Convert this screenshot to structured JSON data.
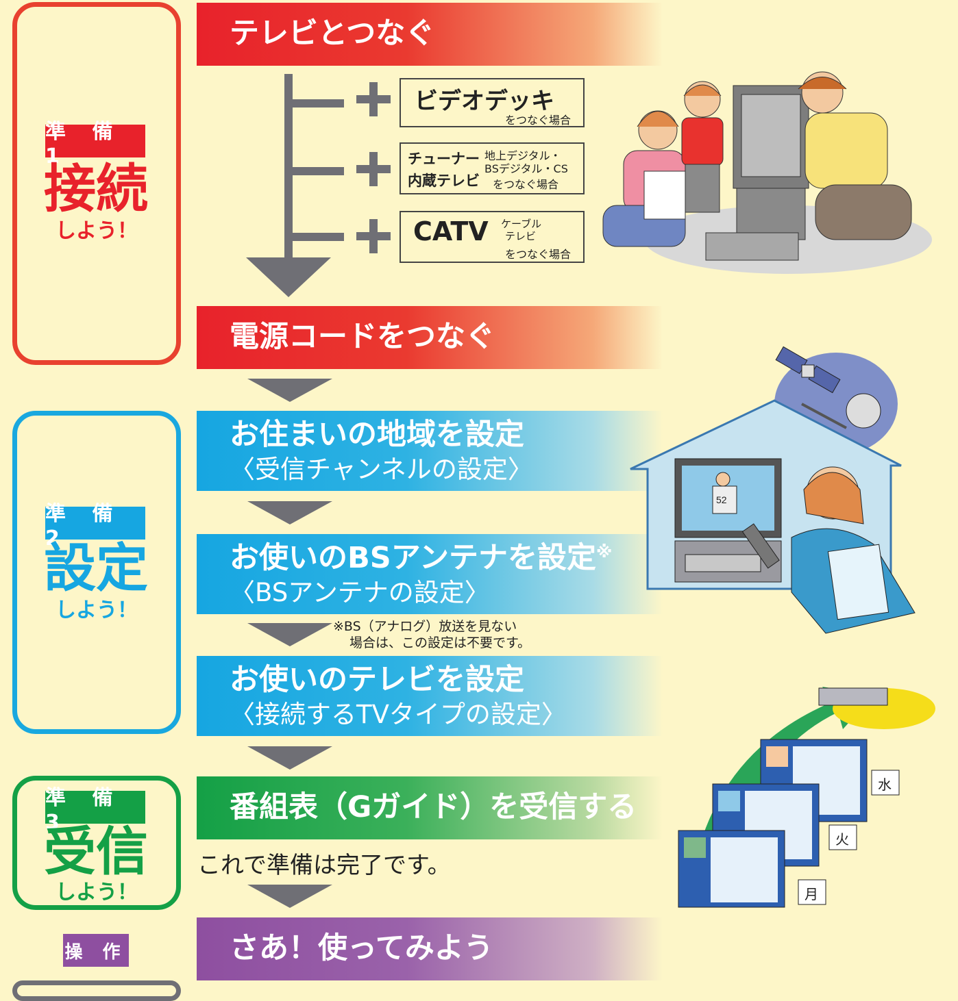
{
  "steps": {
    "step1": {
      "badge": "準 備 1",
      "word": "接続",
      "sub": "しよう！"
    },
    "step2": {
      "badge": "準 備 2",
      "word": "設定",
      "sub": "しよう！"
    },
    "step3": {
      "badge": "準 備 3",
      "word": "受信",
      "sub": "しよう！"
    },
    "operate": {
      "badge": "操 作"
    }
  },
  "banners": {
    "tv_connect": "テレビとつなぐ",
    "power": "電源コードをつなぐ",
    "region_title": "お住まいの地域を設定",
    "region_sub": "〈受信チャンネルの設定〉",
    "bs_title": "お使いのBSアンテナを設定",
    "bs_mark": "※",
    "bs_sub": "〈BSアンテナの設定〉",
    "tv_title": "お使いのテレビを設定",
    "tv_sub": "〈接続するTVタイプの設定〉",
    "guide_title": "番組表（Gガイド）を受信する",
    "start": "さあ！使ってみよう"
  },
  "connections": {
    "video_title": "ビデオデッキ",
    "video_sub": "をつなぐ場合",
    "tuner_title_1": "チューナー",
    "tuner_title_2": "内蔵テレビ",
    "tuner_paren_1": "地上デジタル・",
    "tuner_paren_2": "BSデジタル・CS",
    "tuner_sub": "をつなぐ場合",
    "catv_title": "CATV",
    "catv_paren_1": "ケーブル",
    "catv_paren_2": "テレビ",
    "catv_sub": "をつなぐ場合"
  },
  "note": {
    "line1": "※BS（アナログ）放送を見ない",
    "line2": "場合は、この設定は不要です。"
  },
  "complete_text": "これで準備は完了です。",
  "illustration": {
    "player_number": "52",
    "day_wed": "水",
    "day_tue": "火",
    "day_mon": "月"
  },
  "colors": {
    "step1": "#e8222b",
    "step2": "#16a6e1",
    "step3": "#14a046",
    "operate": "#8e4fa0",
    "arrow": "#6f6f75"
  }
}
